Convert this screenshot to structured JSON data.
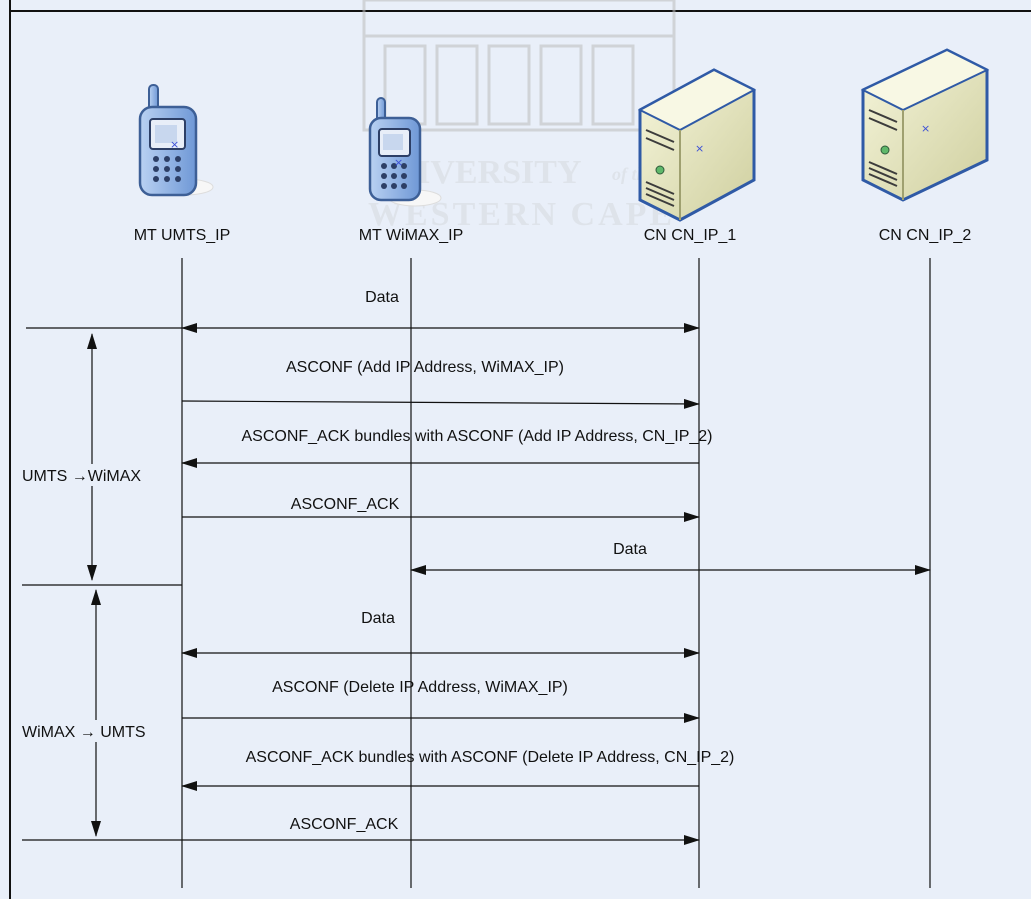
{
  "watermark": {
    "line1": "UNIVERSITY",
    "line1_suffix": "of the",
    "line2": "WESTERN CAPE"
  },
  "nodes": [
    {
      "id": "mt_umts",
      "label": "MT UMTS_IP",
      "icon": "mobile-phone-icon"
    },
    {
      "id": "mt_wimax",
      "label": "MT WiMAX_IP",
      "icon": "mobile-phone-icon"
    },
    {
      "id": "cn_1",
      "label": "CN CN_IP_1",
      "icon": "server-icon"
    },
    {
      "id": "cn_2",
      "label": "CN CN_IP_2",
      "icon": "server-icon"
    }
  ],
  "phases": [
    {
      "label": "UMTS →WiMAX"
    },
    {
      "label": "WiMAX → UMTS"
    }
  ],
  "messages": [
    {
      "label": "Data",
      "from": "mt_umts",
      "to": "cn_1",
      "direction": "both"
    },
    {
      "label": "ASCONF (Add IP Address, WiMAX_IP)",
      "from": "mt_umts",
      "to": "cn_1",
      "direction": "right"
    },
    {
      "label": "ASCONF_ACK bundles with ASCONF (Add IP Address, CN_IP_2)",
      "from": "cn_1",
      "to": "mt_umts",
      "direction": "left"
    },
    {
      "label": "ASCONF_ACK",
      "from": "mt_umts",
      "to": "cn_1",
      "direction": "right"
    },
    {
      "label": "Data",
      "from": "mt_wimax",
      "to": "cn_2",
      "direction": "both"
    },
    {
      "label": "Data",
      "from": "mt_umts",
      "to": "cn_1",
      "direction": "both"
    },
    {
      "label": "ASCONF (Delete IP Address, WiMAX_IP)",
      "from": "mt_umts",
      "to": "cn_1",
      "direction": "right"
    },
    {
      "label": "ASCONF_ACK bundles with ASCONF (Delete IP Address, CN_IP_2)",
      "from": "cn_1",
      "to": "mt_umts",
      "direction": "left"
    },
    {
      "label": "ASCONF_ACK",
      "from": "mt_umts",
      "to": "cn_1",
      "direction": "right"
    }
  ],
  "colors": {
    "background": "#e9eff9",
    "frame": "#111111",
    "phone_body": "#8fb4e8",
    "phone_outline": "#3d5f96",
    "server_body": "#e9e9c2",
    "server_outline": "#2f5aa6",
    "line": "#111111"
  }
}
